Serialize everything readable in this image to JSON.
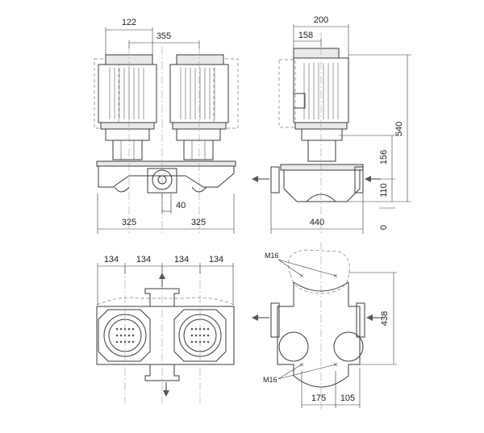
{
  "dimensions": {
    "front_width_motor": "122",
    "front_motor_spacing": "355",
    "front_flange_offset": "40",
    "front_half_left": "325",
    "front_half_right": "325",
    "side_width": "200",
    "side_motor_offset": "158",
    "side_height_total": "540",
    "side_height_flange": "156",
    "side_height_base": "110",
    "side_zero": "0",
    "side_length": "440",
    "top_seg_1": "134",
    "top_seg_2": "134",
    "top_seg_3": "134",
    "top_seg_4": "134",
    "plan_depth": "438",
    "plan_bottom_1": "175",
    "plan_bottom_2": "105",
    "bolt_label_top": "M16",
    "bolt_label_bottom": "M16"
  },
  "colors": {
    "line": "#3a3a3a",
    "hidden": "#777777",
    "text": "#222222"
  }
}
